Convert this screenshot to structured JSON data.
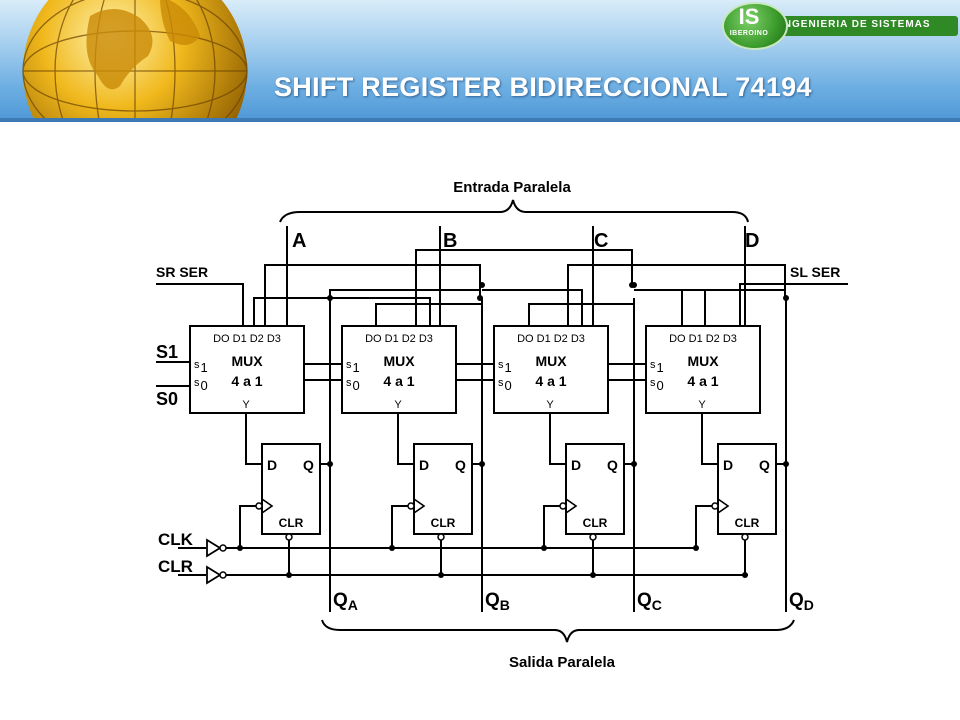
{
  "header": {
    "title": "SHIFT REGISTER BIDIRECCIONAL  74194",
    "logo_badge": "IS",
    "logo_small": "IBEROINO",
    "logo_text": "INGENIERIA DE SISTEMAS"
  },
  "diagram": {
    "top_label": "Entrada Paralela",
    "bottom_label": "Salida Paralela",
    "inputs": [
      "A",
      "B",
      "C",
      "D"
    ],
    "sr_ser": "SR SER",
    "sl_ser": "SL SER",
    "s1": "S1",
    "s0": "S0",
    "clk": "CLK",
    "clr": "CLR",
    "outputs": [
      {
        "main": "Q",
        "sub": "A"
      },
      {
        "main": "Q",
        "sub": "B"
      },
      {
        "main": "Q",
        "sub": "C"
      },
      {
        "main": "Q",
        "sub": "D"
      }
    ],
    "mux": {
      "pins": "DO D1 D2 D3",
      "title": "MUX",
      "subtitle": "4 a 1",
      "s1": "s",
      "s1_sub": "1",
      "s0": "s",
      "s0_sub": "0",
      "y": "Y"
    },
    "ff": {
      "d": "D",
      "q": "Q",
      "clr": "CLR"
    }
  }
}
